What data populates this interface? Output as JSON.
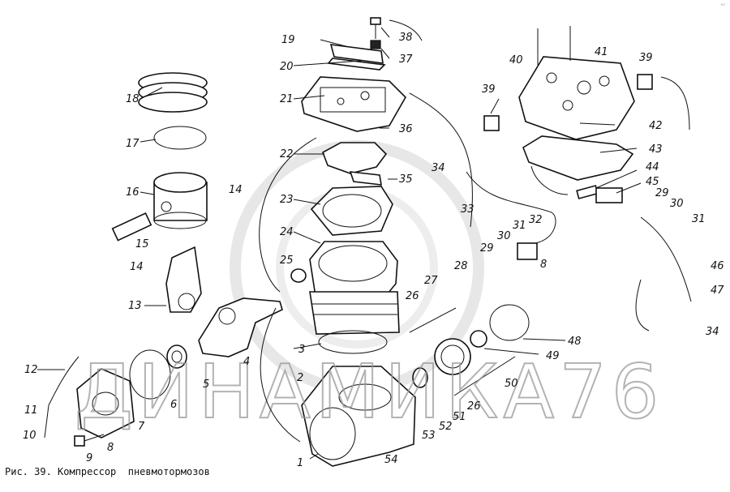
{
  "caption": "Рис. 39. Компрессор  пневмотормозов",
  "watermark": "ДИНАМИКА76",
  "corner_mark": "ᵃˢ",
  "callouts": {
    "c1": "1",
    "c2": "2",
    "c3": "3",
    "c4": "4",
    "c5": "5",
    "c6": "6",
    "c7": "7",
    "c8a": "8",
    "c8b": "8",
    "c9": "9",
    "c10": "10",
    "c11": "11",
    "c12": "12",
    "c13": "13",
    "c14a": "14",
    "c14b": "14",
    "c15": "15",
    "c16": "16",
    "c17": "17",
    "c18": "18",
    "c19": "19",
    "c20": "20",
    "c21": "21",
    "c22": "22",
    "c23": "23",
    "c24": "24",
    "c25": "25",
    "c26a": "26",
    "c26b": "26",
    "c27": "27",
    "c28": "28",
    "c29a": "29",
    "c29b": "29",
    "c30a": "30",
    "c30b": "30",
    "c31a": "31",
    "c31b": "31",
    "c32": "32",
    "c33": "33",
    "c34a": "34",
    "c34b": "34",
    "c35": "35",
    "c36": "36",
    "c37": "37",
    "c38": "38",
    "c39a": "39",
    "c39b": "39",
    "c40": "40",
    "c41": "41",
    "c42": "42",
    "c43": "43",
    "c44": "44",
    "c45": "45",
    "c46": "46",
    "c47": "47",
    "c48": "48",
    "c49": "49",
    "c50": "50",
    "c51": "51",
    "c52": "52",
    "c53": "53",
    "c54": "54"
  }
}
